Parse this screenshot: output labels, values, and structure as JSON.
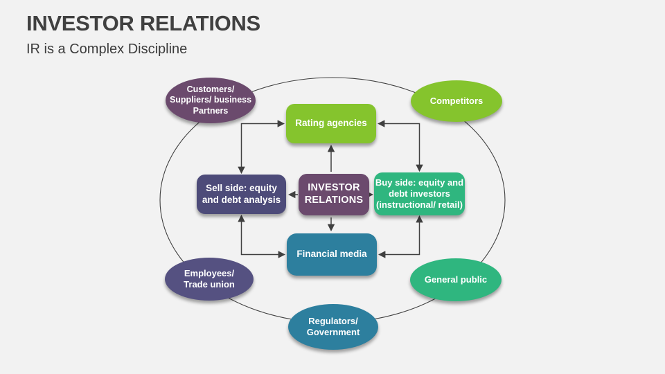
{
  "slide": {
    "title": "INVESTOR RELATIONS",
    "subtitle": "IR is a Complex Discipline"
  },
  "colors": {
    "background": "#f2f2f2",
    "title_text": "#404040",
    "line": "#404040",
    "green": "#85c42d",
    "purple": "#6b4a6d",
    "slate": "#4d4b79",
    "slate_light": "#555181",
    "emerald": "#2fb67f",
    "teal": "#2d7f9e",
    "text_on_shape": "#ffffff"
  },
  "diagram": {
    "center": {
      "label": "INVESTOR\nRELATIONS",
      "color": "#6b4a6d"
    },
    "boxes": [
      {
        "id": "rating-agencies",
        "label": "Rating agencies",
        "color": "#85c42d"
      },
      {
        "id": "sell-side",
        "label": "Sell side: equity\nand debt analysis",
        "color": "#4d4b79"
      },
      {
        "id": "buy-side",
        "label": "Buy side: equity and\ndebt investors\n(instructional/ retail)",
        "color": "#2fb67f"
      },
      {
        "id": "financial-media",
        "label": "Financial media",
        "color": "#2d7f9e"
      }
    ],
    "outer_ellipses": [
      {
        "id": "customers-suppliers-partners",
        "label": "Customers/\nSuppliers/ business\nPartners",
        "color": "#6b4a6d"
      },
      {
        "id": "competitors",
        "label": "Competitors",
        "color": "#85c42d"
      },
      {
        "id": "employees-trade-union",
        "label": "Employees/\nTrade union",
        "color": "#555181"
      },
      {
        "id": "general-public",
        "label": "General public",
        "color": "#2fb67f"
      },
      {
        "id": "regulators-government",
        "label": "Regulators/\nGovernment",
        "color": "#2d7f9e"
      }
    ]
  }
}
